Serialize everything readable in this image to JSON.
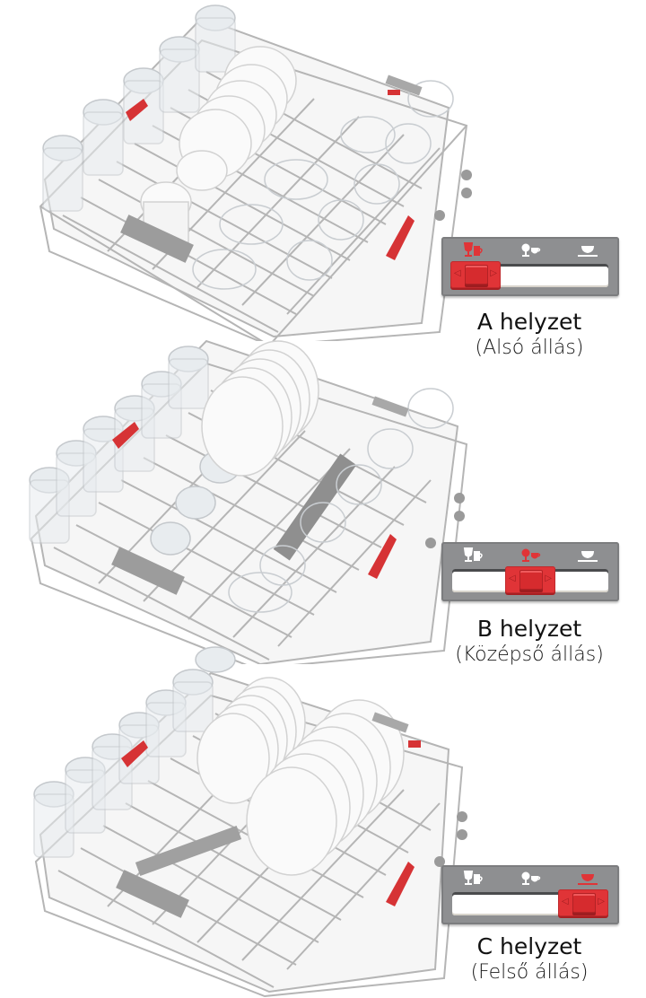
{
  "colors": {
    "accent_red": "#e03437",
    "panel_gray": "#8e8f91",
    "wire_gray": "#b9b9b9",
    "text": "#111111"
  },
  "positions": [
    {
      "id": "A",
      "title": "A helyzet",
      "subtitle": "(Alsó állás)",
      "active_index": 0,
      "rack_contents": "glasses-plates-cups-wineglasses"
    },
    {
      "id": "B",
      "title": "B helyzet",
      "subtitle": "(Középső állás)",
      "active_index": 1,
      "rack_contents": "glasses-plates-tumblers-wineglasses"
    },
    {
      "id": "C",
      "title": "C helyzet",
      "subtitle": "(Felső állás)",
      "active_index": 2,
      "rack_contents": "glasses-two-plate-stacks"
    }
  ],
  "slider_icons": [
    {
      "name": "wineglass-and-mug-icon",
      "glyph": "tall-glass-mug"
    },
    {
      "name": "wineglass-and-cup-icon",
      "glyph": "short-glass-cup"
    },
    {
      "name": "saucer-cup-icon",
      "glyph": "cup-on-saucer"
    }
  ],
  "slider_arrows": {
    "left": "◁",
    "right": "▷"
  }
}
